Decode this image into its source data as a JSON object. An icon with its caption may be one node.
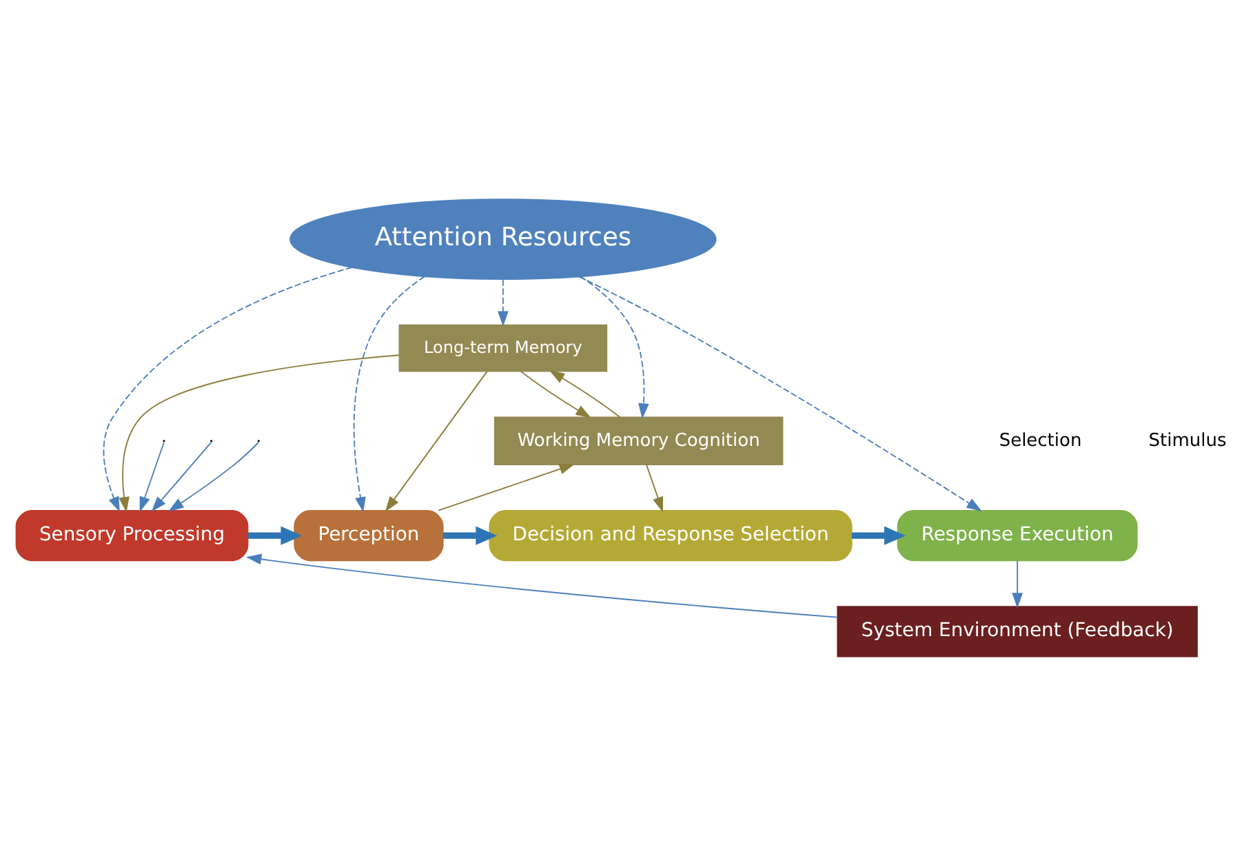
{
  "diagram": {
    "nodes": [
      {
        "text": [
          "Attention Resources"
        ]
      },
      {
        "text": [
          "Long-term Memory"
        ]
      },
      {
        "text": [
          "Working Memory Cognition"
        ]
      },
      {
        "text": [
          "Sensory Processing"
        ]
      },
      {
        "text": [
          "Perception"
        ]
      },
      {
        "text": [
          "Decision and Response Selection"
        ]
      },
      {
        "text": [
          "Response Execution"
        ]
      },
      {
        "text": [
          "System Environment (Feedback)"
        ]
      }
    ],
    "edges": [
      {
        "from": 0,
        "to": 3,
        "arrow": "to",
        "style": "dashed",
        "color": "#4a7ebb"
      },
      {
        "from": 0,
        "to": 6,
        "arrow": "to",
        "style": "dashed",
        "color": "#4a7ebb"
      },
      {
        "from": 0,
        "to": 4,
        "arrow": "to",
        "style": "dashed",
        "color": "#4a7ebb"
      },
      {
        "from": 0,
        "to": 2,
        "arrow": "to",
        "style": "dashed",
        "color": "#4a7ebb"
      },
      {
        "from": 0,
        "to": 1,
        "arrow": "to",
        "style": "dashed",
        "color": "#4a7ebb"
      },
      {
        "from": 1,
        "to": 2,
        "arrow": "to",
        "color": "#8b7d3a"
      },
      {
        "from": 2,
        "to": 1,
        "arrow": "to",
        "color": "#8b7d3a"
      },
      {
        "from": 1,
        "to": 3,
        "arrow": "to",
        "color": "#8b7d3a"
      },
      {
        "from": 1,
        "to": 4,
        "arrow": "to",
        "color": "#8b7d3a"
      },
      {
        "from": 4,
        "to": 2,
        "arrow": "to",
        "color": "#8b7d3a"
      },
      {
        "from": 2,
        "to": 5,
        "arrow": "to",
        "color": "#8b7d3a"
      },
      {
        "from": 3,
        "to": 4,
        "arrow": "to",
        "style": "thick",
        "color": "#2e75b6"
      },
      {
        "from": 4,
        "to": 5,
        "arrow": "to",
        "style": "thick",
        "color": "#2e75b6"
      },
      {
        "from": 5,
        "to": 6,
        "arrow": "to",
        "style": "thick",
        "color": "#2e75b6"
      },
      {
        "from": 6,
        "to": 7,
        "arrow": "to",
        "color": "#4a7ebb"
      },
      {
        "from": 7,
        "to": 3,
        "arrow": "to",
        "color": "#4a7ebb"
      },
      {
        "from": null,
        "to": 3,
        "arrow": "to",
        "color": "#4a7ebb"
      },
      {
        "from": null,
        "to": 3,
        "arrow": "to",
        "color": "#4a7ebb"
      },
      {
        "from": null,
        "to": 3,
        "arrow": "to",
        "color": "#4a7ebb"
      }
    ],
    "labels": [
      "Selection",
      "Stimulus"
    ]
  }
}
